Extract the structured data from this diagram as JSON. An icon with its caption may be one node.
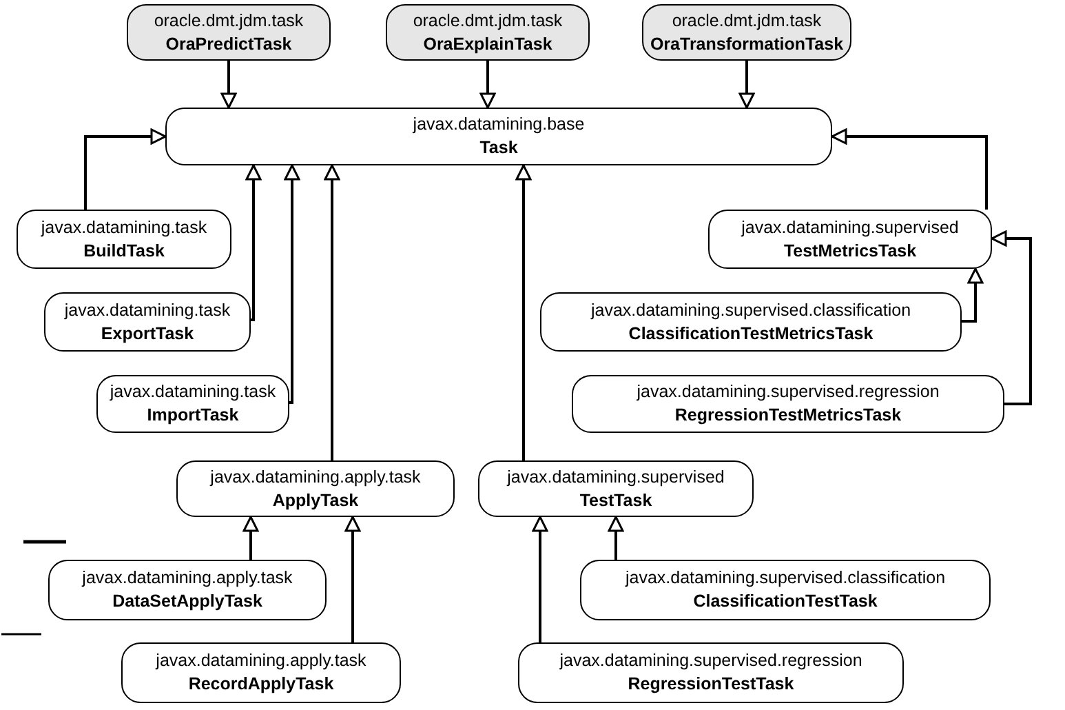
{
  "diagram": {
    "nodes": [
      {
        "text": [
          "oracle.dmt.jdm.task",
          "OraPredictTask"
        ]
      },
      {
        "text": [
          "oracle.dmt.jdm.task",
          "OraExplainTask"
        ]
      },
      {
        "text": [
          "oracle.dmt.jdm.task",
          "OraTransformationTask"
        ]
      },
      {
        "text": [
          "javax.datamining.base",
          "Task"
        ]
      },
      {
        "text": [
          "javax.datamining.task",
          "BuildTask"
        ]
      },
      {
        "text": [
          "javax.datamining.task",
          "ExportTask"
        ]
      },
      {
        "text": [
          "javax.datamining.task",
          "ImportTask"
        ]
      },
      {
        "text": [
          "javax.datamining.supervised",
          "TestMetricsTask"
        ]
      },
      {
        "text": [
          "javax.datamining.supervised.classification",
          "ClassificationTestMetricsTask"
        ]
      },
      {
        "text": [
          "javax.datamining.supervised.regression",
          "RegressionTestMetricsTask"
        ]
      },
      {
        "text": [
          "javax.datamining.apply.task",
          "ApplyTask"
        ]
      },
      {
        "text": [
          "javax.datamining.supervised",
          "TestTask"
        ]
      },
      {
        "text": [
          "javax.datamining.apply.task",
          "DataSetApplyTask"
        ]
      },
      {
        "text": [
          "javax.datamining.apply.task",
          "RecordApplyTask"
        ]
      },
      {
        "text": [
          "javax.datamining.supervised.classification",
          "ClassificationTestTask"
        ]
      },
      {
        "text": [
          "javax.datamining.supervised.regression",
          "RegressionTestTask"
        ]
      }
    ],
    "edges": [
      {
        "from": 0,
        "to": 3,
        "arrow": "to"
      },
      {
        "from": 1,
        "to": 3,
        "arrow": "to"
      },
      {
        "from": 2,
        "to": 3,
        "arrow": "to"
      },
      {
        "from": 4,
        "to": 3,
        "arrow": "to"
      },
      {
        "from": 5,
        "to": 3,
        "arrow": "to"
      },
      {
        "from": 6,
        "to": 3,
        "arrow": "to"
      },
      {
        "from": 10,
        "to": 3,
        "arrow": "to"
      },
      {
        "from": 11,
        "to": 3,
        "arrow": "to"
      },
      {
        "from": 7,
        "to": 3,
        "arrow": "to"
      },
      {
        "from": 8,
        "to": 7,
        "arrow": "to"
      },
      {
        "from": 9,
        "to": 7,
        "arrow": "to"
      },
      {
        "from": 12,
        "to": 10,
        "arrow": "to"
      },
      {
        "from": 13,
        "to": 10,
        "arrow": "to"
      },
      {
        "from": 14,
        "to": 11,
        "arrow": "to"
      },
      {
        "from": 15,
        "to": 11,
        "arrow": "to"
      }
    ]
  }
}
